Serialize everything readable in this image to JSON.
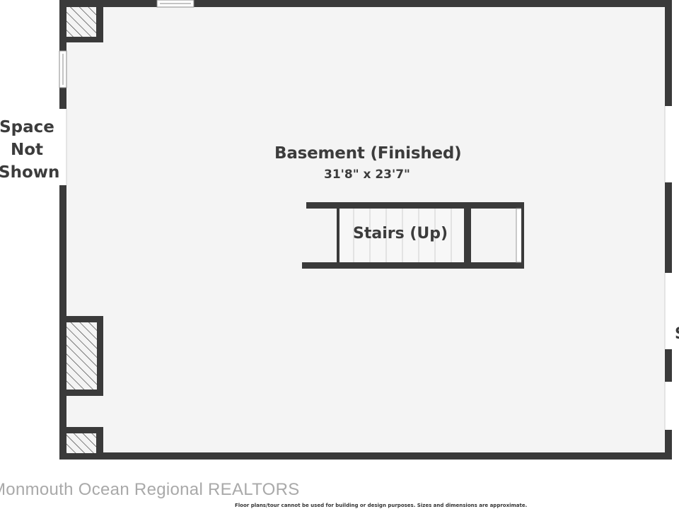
{
  "room": {
    "name": "Basement (Finished)",
    "dimensions": "31'8\" x 23'7\""
  },
  "stairs": {
    "label": "Stairs (Up)"
  },
  "adjacent_left": {
    "line1": "Space",
    "line2": "Not",
    "line3": "Shown"
  },
  "adjacent_right": {
    "text": "S"
  },
  "watermark": "Monmouth Ocean Regional REALTORS",
  "disclaimer": "Floor plans/tour cannot be used for building or design purposes. Sizes and dimensions are approximate.",
  "colors": {
    "wall": "#3a3a3a",
    "floor": "#f4f4f4",
    "text": "#3c3c3c",
    "watermark": "#a9a9a9"
  }
}
